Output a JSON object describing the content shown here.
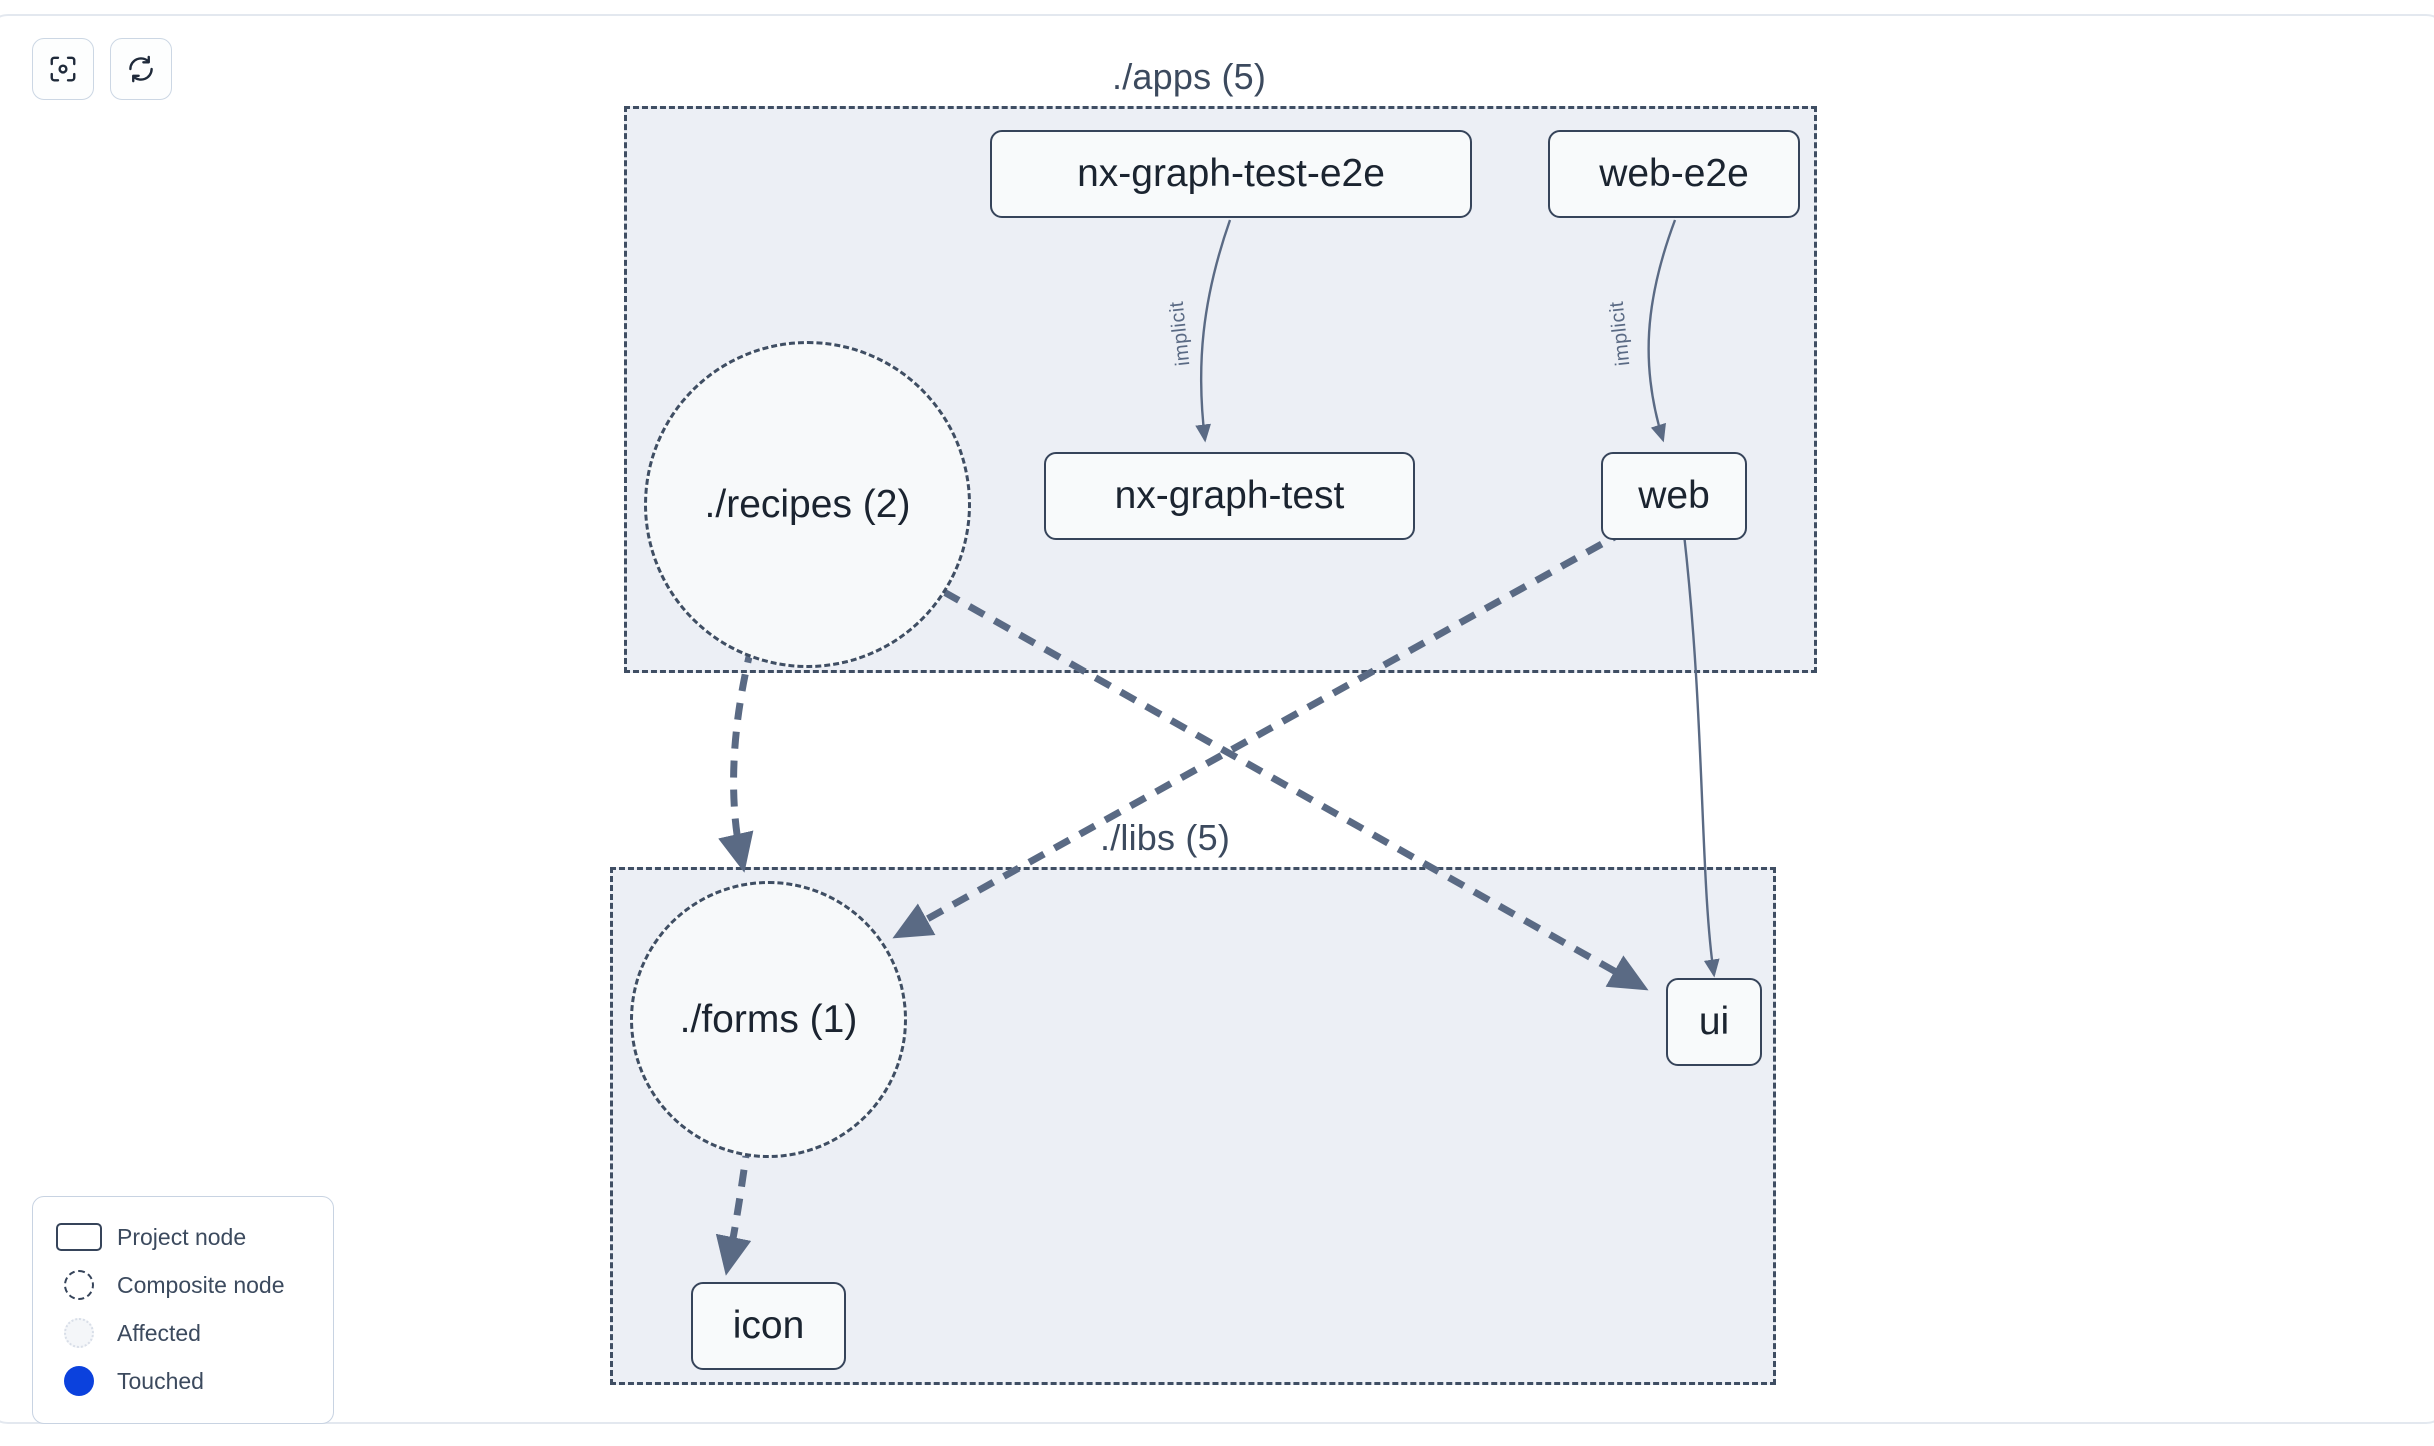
{
  "toolbar": {
    "buttons": [
      {
        "name": "focus-graph-button",
        "icon": "viewfinder-focus-icon",
        "title": "Focus graph"
      },
      {
        "name": "refresh-graph-button",
        "icon": "refresh-icon",
        "title": "Refresh graph"
      }
    ]
  },
  "graph": {
    "groups": [
      {
        "id": "apps",
        "label": "./apps (5)"
      },
      {
        "id": "libs",
        "label": "./libs (5)"
      }
    ],
    "nodes": [
      {
        "id": "nx-graph-test-e2e",
        "label": "nx-graph-test-e2e",
        "kind": "project",
        "group": "apps"
      },
      {
        "id": "web-e2e",
        "label": "web-e2e",
        "kind": "project",
        "group": "apps"
      },
      {
        "id": "nx-graph-test",
        "label": "nx-graph-test",
        "kind": "project",
        "group": "apps"
      },
      {
        "id": "web",
        "label": "web",
        "kind": "project",
        "group": "apps"
      },
      {
        "id": "recipes",
        "label": "./recipes (2)",
        "kind": "composite",
        "group": "apps"
      },
      {
        "id": "forms",
        "label": "./forms (1)",
        "kind": "composite",
        "group": "libs"
      },
      {
        "id": "ui",
        "label": "ui",
        "kind": "project",
        "group": "libs"
      },
      {
        "id": "icon",
        "label": "icon",
        "kind": "project",
        "group": "libs"
      }
    ],
    "edges": [
      {
        "from": "nx-graph-test-e2e",
        "to": "nx-graph-test",
        "label": "implicit",
        "style": "solid"
      },
      {
        "from": "web-e2e",
        "to": "web",
        "label": "implicit",
        "style": "solid"
      },
      {
        "from": "web",
        "to": "ui",
        "label": "",
        "style": "solid"
      },
      {
        "from": "recipes",
        "to": "forms",
        "label": "",
        "style": "dashed"
      },
      {
        "from": "recipes",
        "to": "ui",
        "label": "",
        "style": "dashed"
      },
      {
        "from": "web",
        "to": "forms",
        "label": "",
        "style": "dashed"
      },
      {
        "from": "forms",
        "to": "icon",
        "label": "",
        "style": "dashed"
      }
    ],
    "edge_labels": {
      "implicit": "implicit"
    }
  },
  "legend": {
    "items": [
      {
        "swatch": "project-node-swatch",
        "label": "Project node"
      },
      {
        "swatch": "composite-node-swatch",
        "label": "Composite node"
      },
      {
        "swatch": "affected-swatch",
        "label": "Affected"
      },
      {
        "swatch": "touched-swatch",
        "label": "Touched"
      }
    ]
  },
  "colors": {
    "group_fill": "#eceff5",
    "group_border": "#3f4e63",
    "node_border": "#36445a",
    "node_fill": "#f8fafb",
    "edge": "#5a6a84",
    "touched": "#0b41dd",
    "text": "#1b2430"
  }
}
